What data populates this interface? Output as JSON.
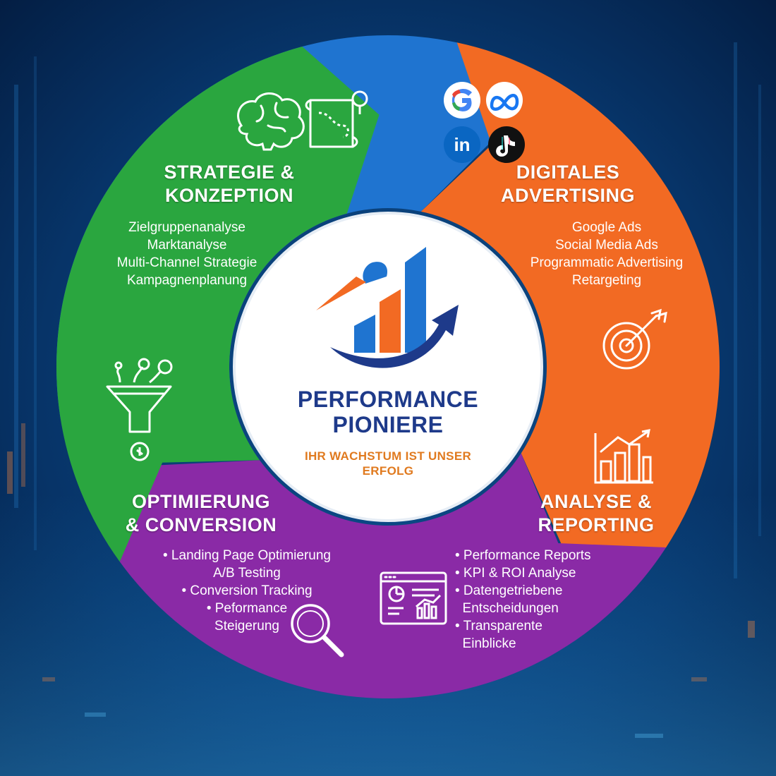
{
  "segments": [
    {
      "heading_lines": [
        "STRATEGIE &",
        "KONZEPTION"
      ],
      "items": [
        "Zielgruppenanalyse",
        "Marktanalyse",
        "Multi-Channel Strategie",
        "Kampagnenplanung"
      ],
      "color": "#1f74d0"
    },
    {
      "heading_lines": [
        "DIGITALES",
        "ADVERTISING"
      ],
      "items": [
        "Google Ads",
        "Social Media Ads",
        "Programmatic Advertising",
        "Retargeting"
      ],
      "color": "#f26a23"
    },
    {
      "heading_lines": [
        "ANALYSE &",
        "REPORTING"
      ],
      "items": [
        "• Performance Reports",
        "• KPI & ROI Analyse",
        "• Datengetriebene",
        "  Entscheidungen",
        "• Transparente",
        "  Einblicke"
      ],
      "color": "#8a2aa6"
    },
    {
      "heading_lines": [
        "OPTIMIERUNG",
        "& CONVERSION"
      ],
      "items": [
        "• Landing Page Optimierung",
        "A/B Testing",
        "• Conversion Tracking",
        "• Peformance",
        "Steigerung"
      ],
      "color": "#2aa63f"
    }
  ],
  "center": {
    "title_lines": [
      "PERFORMANCE",
      "PIONIERE"
    ],
    "tagline_lines": [
      "IHR WACHSTUM IST UNSER",
      "ERFOLG"
    ],
    "title_color": "#1e3a8a",
    "tagline_color": "#e07a1f"
  },
  "platform_icons": [
    "google-icon",
    "meta-icon",
    "linkedin-icon",
    "tiktok-icon"
  ],
  "platform_labels": {
    "linkedin": "in"
  }
}
